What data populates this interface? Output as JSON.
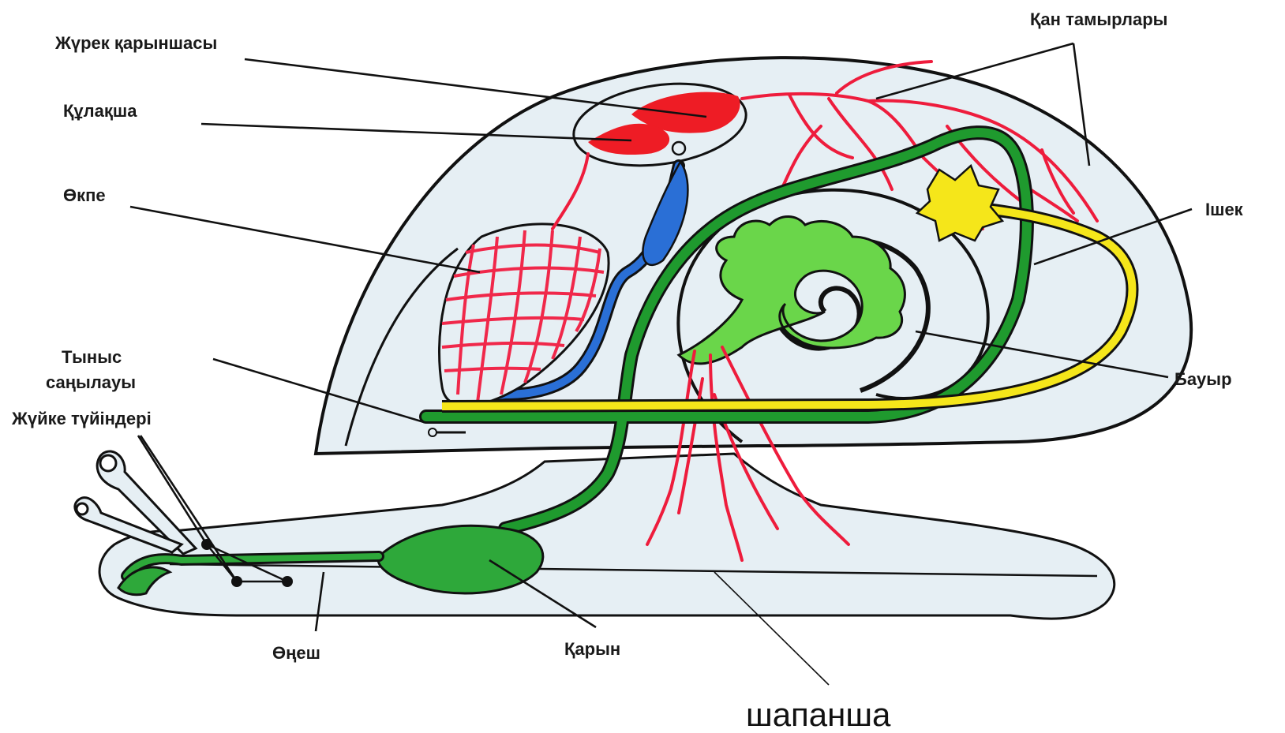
{
  "diagram": {
    "labels": {
      "ventricle": "Жүрек қарыншасы",
      "auricle": "Құлақша",
      "lung": "Өкпе",
      "breathing_1": "Тыныс",
      "breathing_2": "саңылауы",
      "ganglia": "Жүйке түйіндері",
      "vessels": "Қан тамырлары",
      "intestine": "Ішек",
      "liver": "Бауыр",
      "esophagus": "Өңеш",
      "stomach": "Қарын",
      "mantle": "шапанша"
    },
    "colors": {
      "body_fill": "#e6eff4",
      "outline": "#111111",
      "heart_red": "#ee1c25",
      "vessel_red": "#ee1c3c",
      "lung_red": "#f0284a",
      "vein_blue": "#2a6fd6",
      "gut_green": "#1f9a2e",
      "liver_green": "#6ad64a",
      "gland_yellow": "#f5e61a"
    }
  }
}
